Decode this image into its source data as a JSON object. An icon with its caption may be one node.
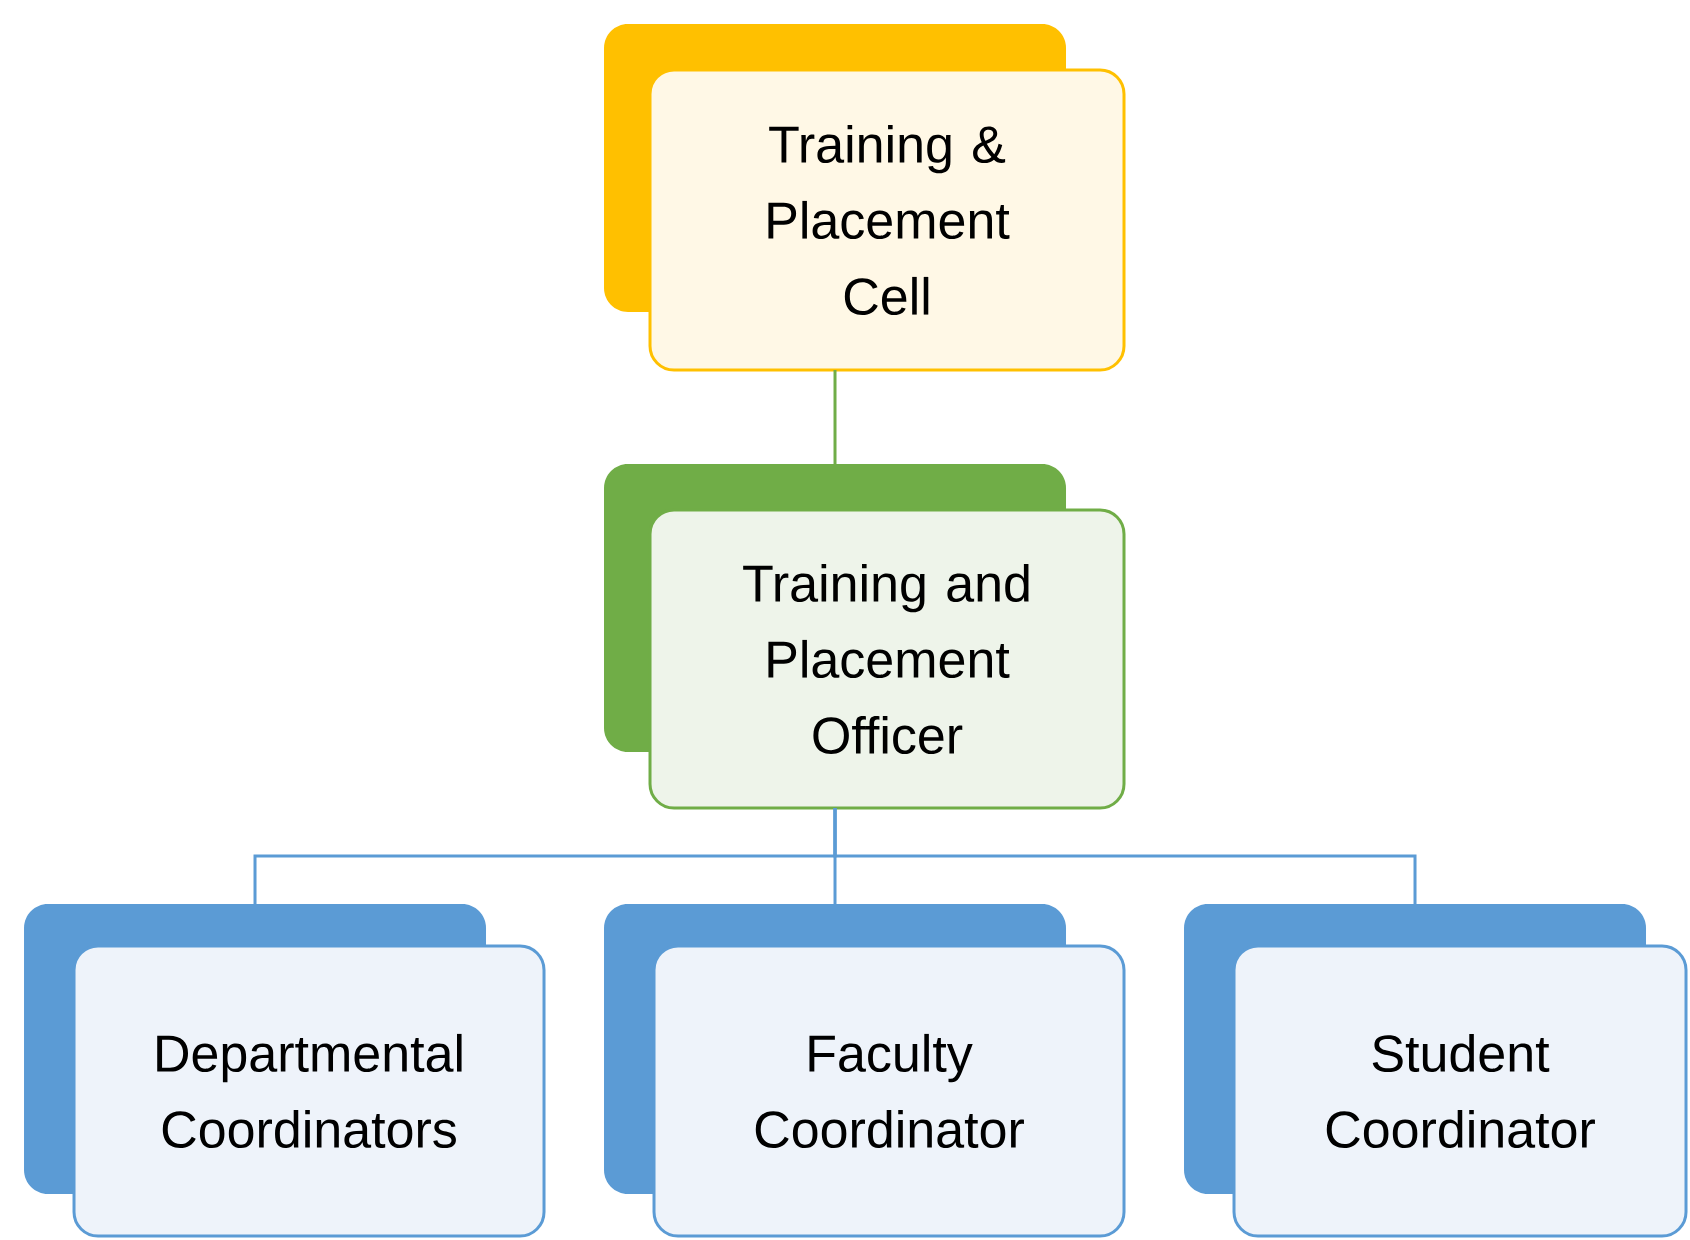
{
  "diagram": {
    "nodes": [
      {
        "text": [
          "Training & Placement Cell"
        ]
      },
      {
        "text": [
          "Training and Placement Officer"
        ]
      },
      {
        "text": [
          "Departmental Coordinators"
        ]
      },
      {
        "text": [
          "Faculty Coordinator"
        ]
      },
      {
        "text": [
          "Student Coordinator"
        ]
      }
    ],
    "edges": [
      {
        "from": 0,
        "to": 1,
        "arrow": "none",
        "color": "#70ad47"
      },
      {
        "from": 1,
        "to": 2,
        "arrow": "none"
      },
      {
        "from": 1,
        "to": 3,
        "arrow": "none"
      },
      {
        "from": 1,
        "to": 4,
        "arrow": "none"
      }
    ]
  }
}
